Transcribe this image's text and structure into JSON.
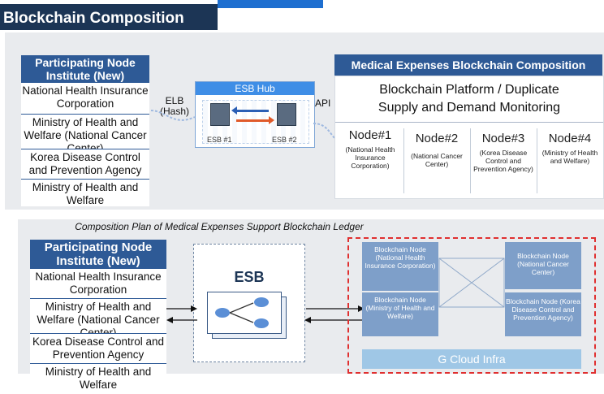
{
  "header": {
    "clipped_title": "...Support Blockchain Application...",
    "title": "Blockchain Composition"
  },
  "top": {
    "participating": {
      "title": "Participating  Node Institute (New)",
      "items": [
        "National Health Insurance Corporation",
        "Ministry of Health and Welfare (National Cancer Center)",
        "Korea Disease Control and Prevention Agency",
        "Ministry of Health and Welfare"
      ]
    },
    "elb_label": "ELB\n(Hash)",
    "api_label": "API",
    "esb_hub": {
      "title": "ESB Hub",
      "esb1": "ESB #1",
      "esb2": "ESB #2"
    },
    "medical": {
      "title": "Medical Expenses Blockchain Composition",
      "platform": "Blockchain Platform / Duplicate Supply and Demand Monitoring",
      "nodes": [
        {
          "name": "Node#1",
          "sub": "(National Health Insurance Corporation)"
        },
        {
          "name": "Node#2",
          "sub": "(National Cancer Center)"
        },
        {
          "name": "Node#3",
          "sub": "(Korea Disease Control and Prevention Agency)"
        },
        {
          "name": "Node#4",
          "sub": "(Ministry of Health and Welfare)"
        }
      ]
    }
  },
  "bottom": {
    "caption": "Composition Plan of Medical Expenses Support Blockchain Ledger",
    "participating": {
      "title": "Participating  Node Institute (New)",
      "items": [
        "National Health Insurance Corporation",
        "Ministry of Health and Welfare (National Cancer Center)",
        "Korea Disease Control and Prevention Agency",
        "Ministry of Health and Welfare"
      ]
    },
    "esb_label": "ESB",
    "chain_nodes": [
      "Blockchain Node (National Health Insurance Corporation)",
      "Blockchain Node (National Cancer Center)",
      "Blockchain Node (Ministry of Health and Welfare)",
      "Blockchain Node (Korea Disease Control and Prevention Agency)"
    ],
    "g_cloud": "G Cloud Infra"
  }
}
